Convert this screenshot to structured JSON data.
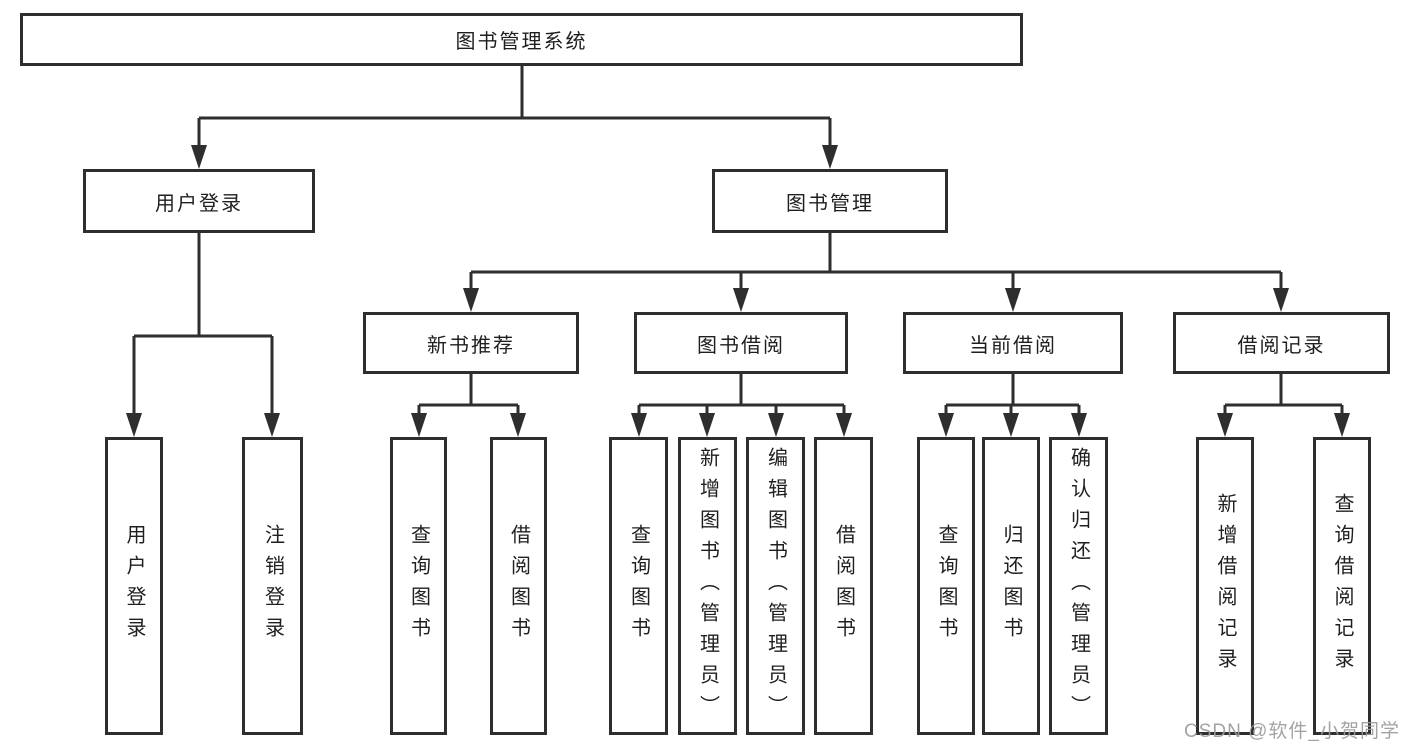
{
  "diagram": {
    "root": "图书管理系统",
    "level2": [
      {
        "label": "用户登录",
        "children": [
          "用户登录",
          "注销登录"
        ]
      },
      {
        "label": "图书管理",
        "groups": [
          {
            "label": "新书推荐",
            "children": [
              "查询图书",
              "借阅图书"
            ]
          },
          {
            "label": "图书借阅",
            "children": [
              "查询图书",
              "新增图书（管理员）",
              "编辑图书（管理员）",
              "借阅图书"
            ]
          },
          {
            "label": "当前借阅",
            "children": [
              "查询图书",
              "归还图书",
              "确认归还（管理员）"
            ]
          },
          {
            "label": "借阅记录",
            "children": [
              "新增借阅记录",
              "查询借阅记录"
            ]
          }
        ]
      }
    ]
  },
  "watermark": "CSDN @软件_小贺同学",
  "colors": {
    "line": "#2e2e2e",
    "text": "#1f1f1f",
    "background": "#ffffff",
    "watermark": "#9b9b9b"
  }
}
